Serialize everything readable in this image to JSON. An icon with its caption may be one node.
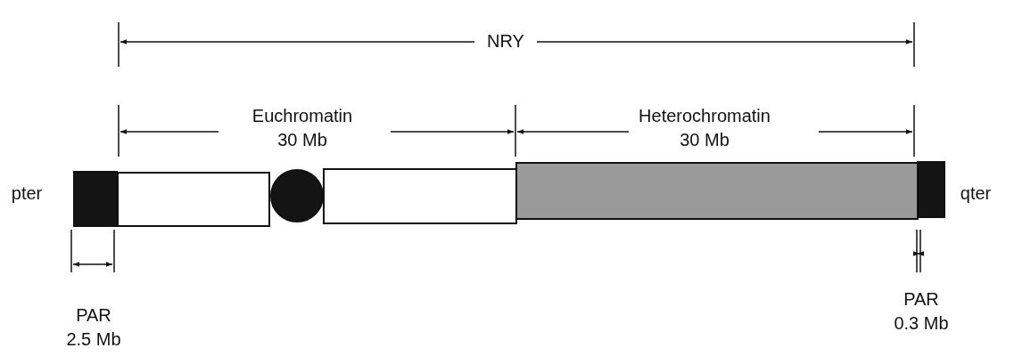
{
  "diagram": {
    "nodes": [
      {
        "text": [],
        "shape": "box"
      },
      {
        "text": [],
        "shape": "box"
      },
      {
        "text": [],
        "shape": "circle"
      },
      {
        "text": [],
        "shape": "box"
      },
      {
        "text": [],
        "shape": "box"
      },
      {
        "text": [],
        "shape": "box"
      }
    ],
    "labels": [
      "NRY",
      "Euchromatin 30 Mb",
      "Heterochromatin 30 Mb",
      "pter",
      "qter",
      "PAR 2.5 Mb",
      "PAR 0.3 Mb"
    ]
  }
}
